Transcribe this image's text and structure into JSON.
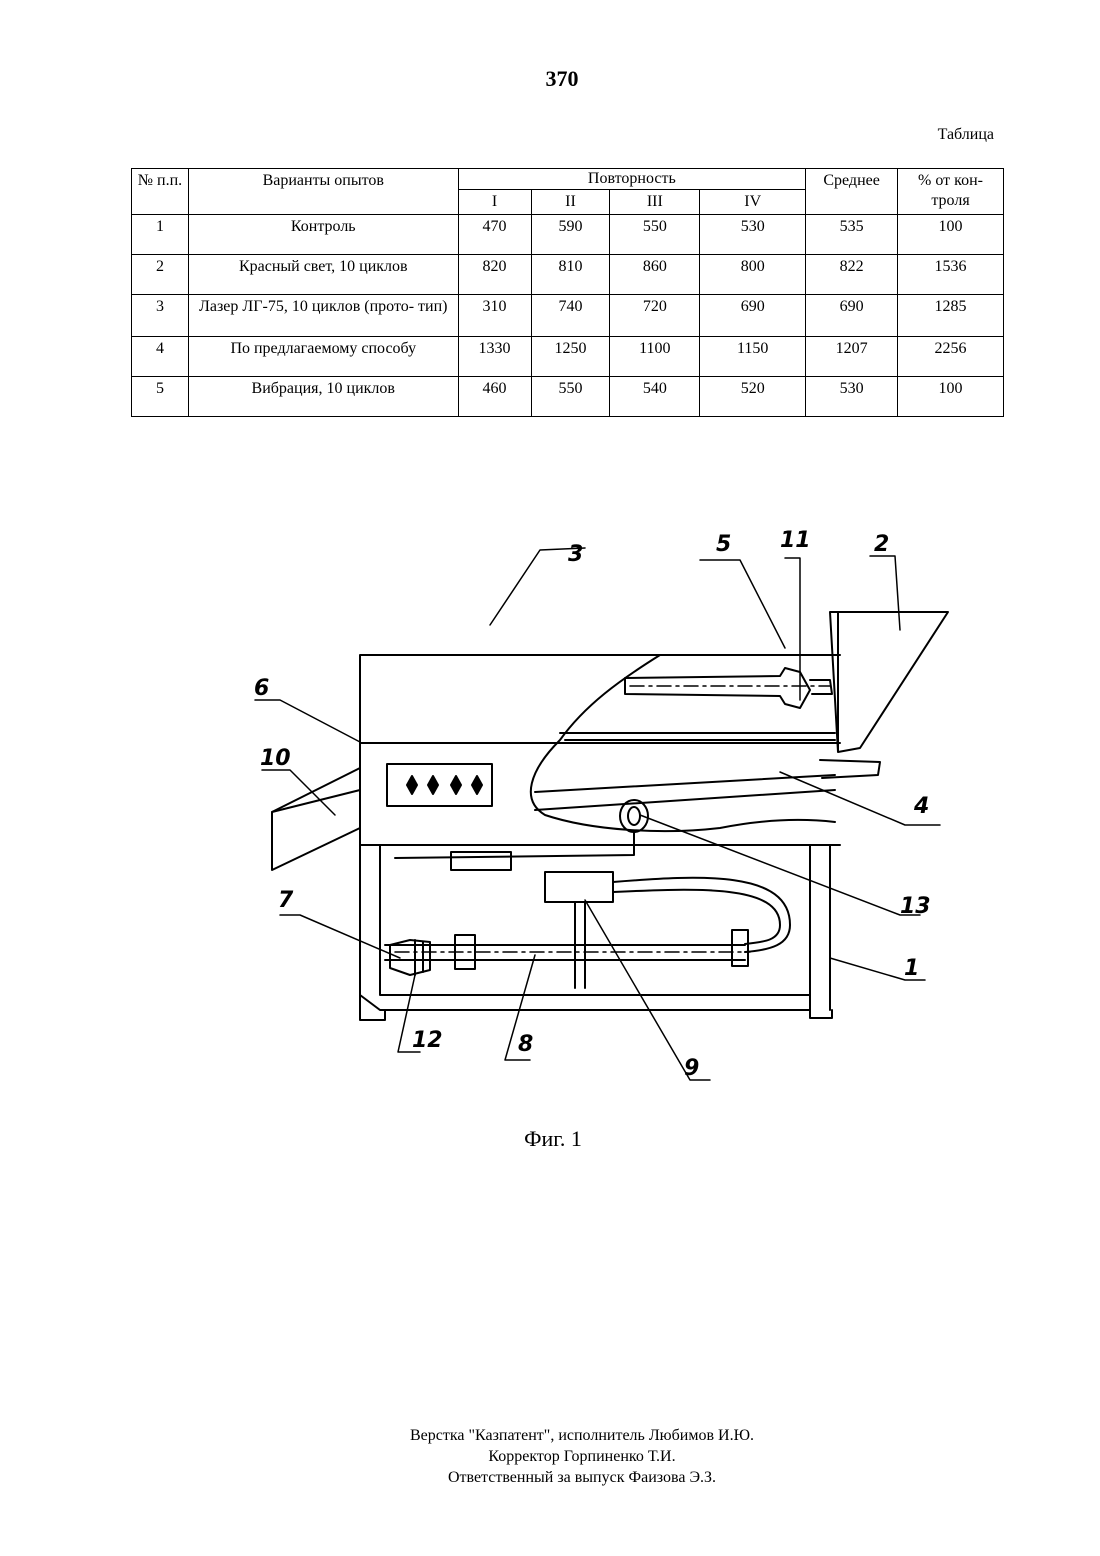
{
  "page_number": "370",
  "table_caption": "Таблица",
  "table": {
    "header": {
      "col_no": "№ п.п.",
      "col_variant": "Варианты опытов",
      "col_repeat": "Повторность",
      "repeat_cols": [
        "I",
        "II",
        "III",
        "IV"
      ],
      "col_mean": "Среднее",
      "col_percent": "% от кон- троля"
    },
    "rows": [
      {
        "no": "1",
        "variant": "Контроль",
        "v": [
          "470",
          "590",
          "550",
          "530"
        ],
        "mean": "535",
        "percent": "100"
      },
      {
        "no": "2",
        "variant": "Красный свет, 10 циклов",
        "v": [
          "820",
          "810",
          "860",
          "800"
        ],
        "mean": "822",
        "percent": "1536"
      },
      {
        "no": "3",
        "variant": "Лазер ЛГ-75, 10 циклов (прото- тип)",
        "v": [
          "310",
          "740",
          "720",
          "690"
        ],
        "mean": "690",
        "percent": "1285"
      },
      {
        "no": "4",
        "variant": "По предлагаемому способу",
        "v": [
          "1330",
          "1250",
          "1100",
          "1150"
        ],
        "mean": "1207",
        "percent": "2256"
      },
      {
        "no": "5",
        "variant": "Вибрация, 10 циклов",
        "v": [
          "460",
          "550",
          "540",
          "520"
        ],
        "mean": "530",
        "percent": "100"
      }
    ]
  },
  "figure": {
    "labels": [
      "1",
      "2",
      "3",
      "4",
      "5",
      "6",
      "7",
      "8",
      "9",
      "10",
      "11",
      "12",
      "13"
    ],
    "caption": "Фиг. 1"
  },
  "footer": {
    "line1": "Верстка \"Казпатент\", исполнитель Любимов И.Ю.",
    "line2": "Корректор Горпиненко Т.И.",
    "line3": "Ответственный за выпуск Фаизова Э.З."
  }
}
